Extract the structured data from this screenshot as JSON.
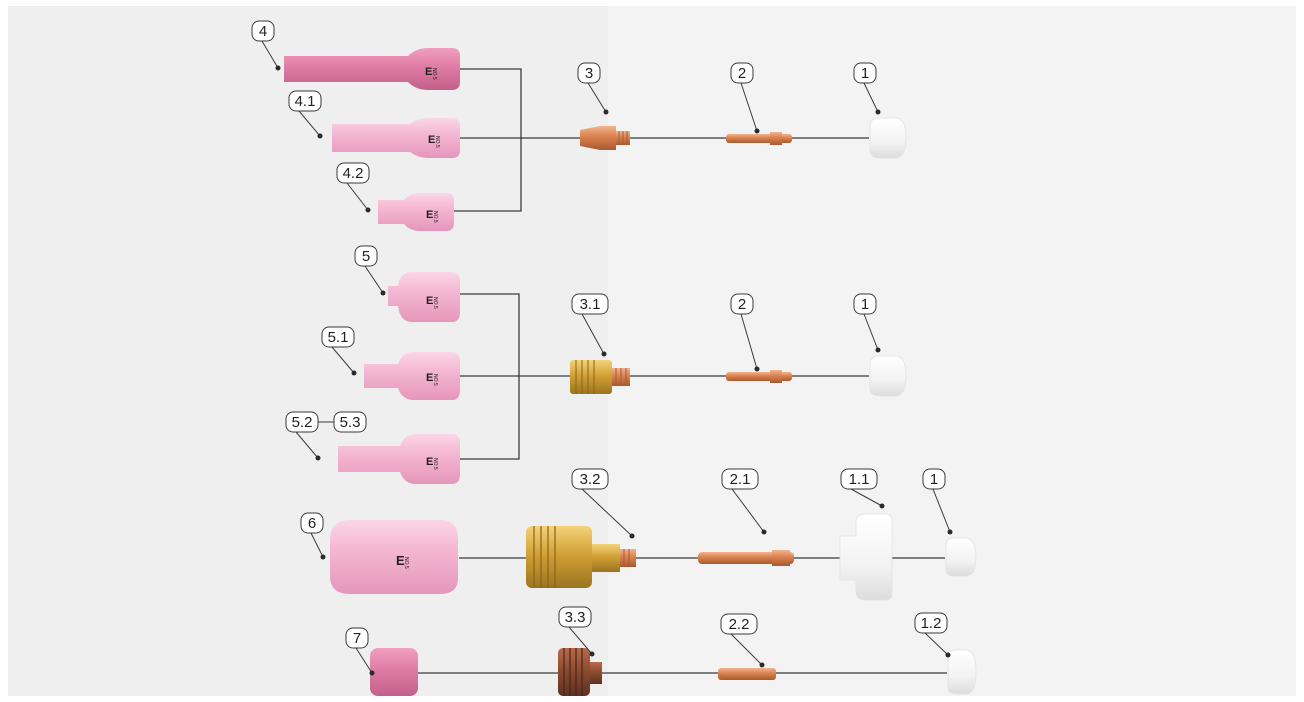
{
  "labels": {
    "l4": "4",
    "l41": "4.1",
    "l42": "4.2",
    "l5": "5",
    "l51": "5.1",
    "l52": "5.2",
    "l53": "5.3",
    "l6": "6",
    "l7": "7",
    "l3_row1": "3",
    "l2_row1": "2",
    "l1_row1": "1",
    "l31": "3.1",
    "l2_row2": "2",
    "l1_row2": "1",
    "l32": "3.2",
    "l21": "2.1",
    "l11": "1.1",
    "l1_row3": "1",
    "l33": "3.3",
    "l22": "2.2",
    "l12": "1.2"
  },
  "nozzle_mark": {
    "logo": "E",
    "size": "NO.5"
  },
  "colors": {
    "background": "#ffffff",
    "panel": "#f2f2f2",
    "line": "#3a3a3a",
    "ceramic_pink": "#f2a9c9",
    "ceramic_pink_dark": "#e07fab",
    "copper": "#d9855a",
    "brass": "#d4a23a",
    "insulator_white": "#fbfbfb"
  }
}
